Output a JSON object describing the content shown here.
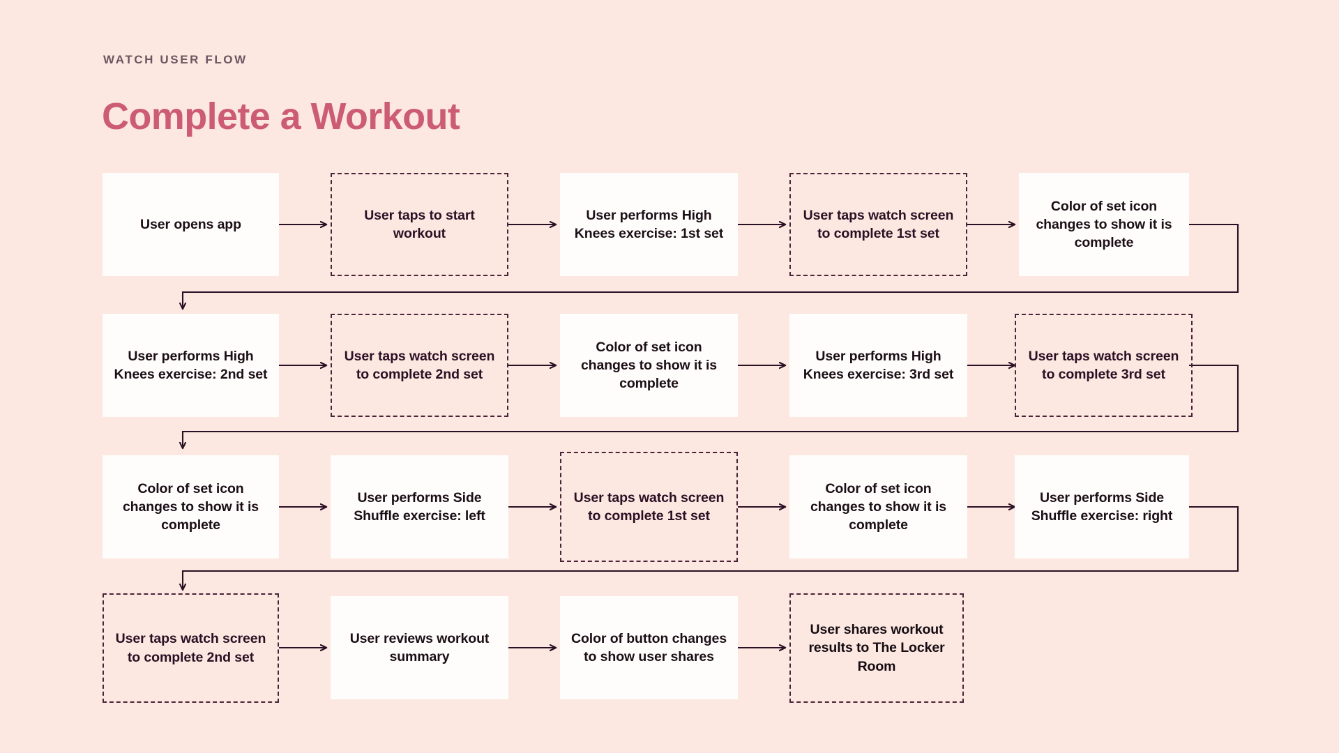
{
  "header": {
    "eyebrow": "WATCH USER FLOW",
    "title": "Complete a Workout"
  },
  "colors": {
    "background": "#FCE8E1",
    "title": "#CC5C73",
    "eyebrow": "#6B5560",
    "node_fill": "#FFFDFC",
    "dashed_border": "#4A2338",
    "connector": "#2C0F24",
    "text_dark": "#1B0E16"
  },
  "flow": {
    "rows": [
      {
        "id": "row-1",
        "nodes": [
          {
            "id": "n1",
            "label": "User opens app",
            "style": "solid"
          },
          {
            "id": "n2",
            "label": "User taps to start workout",
            "style": "dashed"
          },
          {
            "id": "n3",
            "label": "User performs High Knees exercise: 1st set",
            "style": "solid"
          },
          {
            "id": "n4",
            "label": "User taps watch screen to complete 1st set",
            "style": "dashed"
          },
          {
            "id": "n5",
            "label": "Color of set icon changes to show it is complete",
            "style": "solid"
          }
        ]
      },
      {
        "id": "row-2",
        "nodes": [
          {
            "id": "n6",
            "label": "User performs High Knees exercise: 2nd set",
            "style": "solid"
          },
          {
            "id": "n7",
            "label": "User taps watch screen to complete 2nd set",
            "style": "dashed"
          },
          {
            "id": "n8",
            "label": "Color of set icon changes to show it is complete",
            "style": "solid"
          },
          {
            "id": "n9",
            "label": "User performs High Knees exercise: 3rd set",
            "style": "solid"
          },
          {
            "id": "n10",
            "label": "User taps watch screen to complete 3rd set",
            "style": "dashed"
          }
        ]
      },
      {
        "id": "row-3",
        "nodes": [
          {
            "id": "n11",
            "label": "Color of set icon changes to show it is complete",
            "style": "solid"
          },
          {
            "id": "n12",
            "label": "User performs Side Shuffle exercise: left",
            "style": "solid"
          },
          {
            "id": "n13",
            "label": "User taps watch screen to complete 1st set",
            "style": "dashed"
          },
          {
            "id": "n14",
            "label": "Color of set icon changes to show it is complete",
            "style": "solid"
          },
          {
            "id": "n15",
            "label": "User performs Side Shuffle exercise: right",
            "style": "solid"
          }
        ]
      },
      {
        "id": "row-4",
        "nodes": [
          {
            "id": "n16",
            "label": "User taps watch screen to complete 2nd set",
            "style": "dashed"
          },
          {
            "id": "n17",
            "label": "User reviews workout summary",
            "style": "solid"
          },
          {
            "id": "n18",
            "label": "Color of button changes to show user shares",
            "style": "solid"
          },
          {
            "id": "n19",
            "label": "User shares workout results to The Locker Room",
            "style": "dashed"
          }
        ]
      }
    ]
  }
}
